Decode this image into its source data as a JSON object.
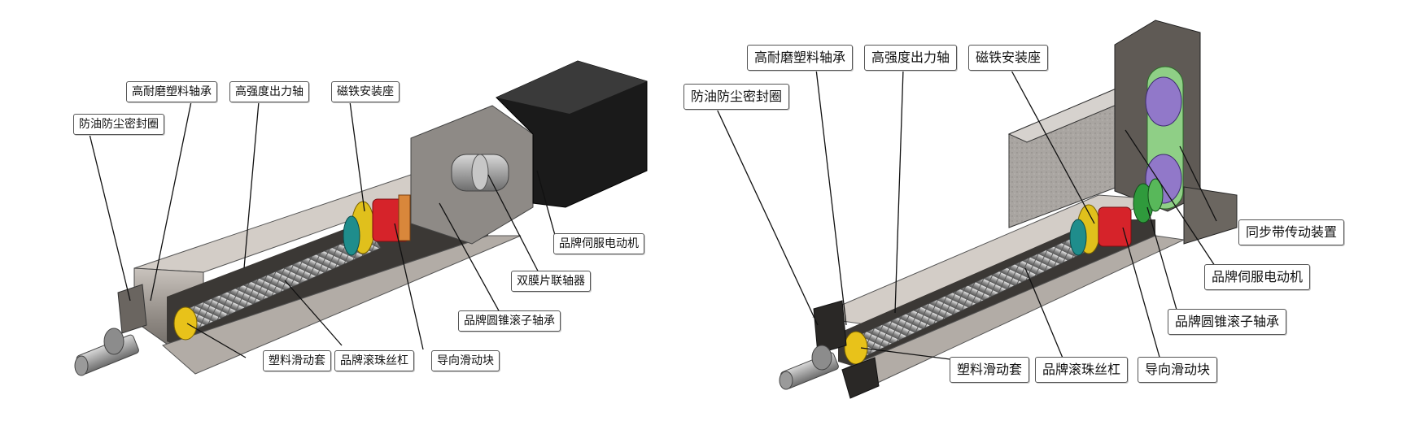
{
  "diagrams": [
    {
      "labels": {
        "oil_seal": "防油防尘密封圈",
        "wear_bearing": "高耐磨塑料轴承",
        "output_shaft": "高强度出力轴",
        "magnet_mount": "磁铁安装座",
        "servo_motor": "品牌伺服电动机",
        "coupling": "双膜片联轴器",
        "taper_bearing": "品牌圆锥滚子轴承",
        "plastic_sleeve": "塑料滑动套",
        "ball_screw": "品牌滚珠丝杠",
        "guide_block": "导向滑动块"
      }
    },
    {
      "labels": {
        "oil_seal": "防油防尘密封圈",
        "wear_bearing": "高耐磨塑料轴承",
        "output_shaft": "高强度出力轴",
        "magnet_mount": "磁铁安装座",
        "sync_belt": "同步带传动装置",
        "servo_motor": "品牌伺服电动机",
        "taper_bearing": "品牌圆锥滚子轴承",
        "plastic_sleeve": "塑料滑动套",
        "ball_screw": "品牌滚珠丝杠",
        "guide_block": "导向滑动块"
      }
    }
  ]
}
